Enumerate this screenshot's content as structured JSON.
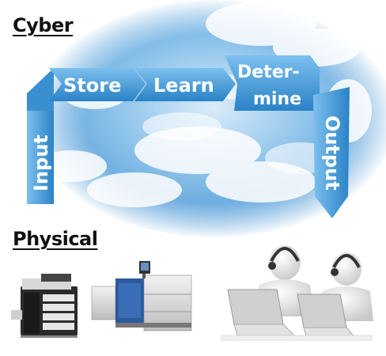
{
  "labels": {
    "cyber": "Cyber",
    "physical": "Physical"
  },
  "flow": {
    "input": "Input",
    "store": "Store",
    "learn": "Learn",
    "determine_line1": "Deter-",
    "determine_line2": "mine",
    "output": "Output"
  },
  "colors": {
    "arrow_light": "#5fb0e6",
    "arrow_dark": "#1f76bd",
    "sky_blue": "#4d9cd8"
  },
  "physical_items": [
    "printer-icon",
    "production-press-icon",
    "operators-at-laptops-icon"
  ]
}
